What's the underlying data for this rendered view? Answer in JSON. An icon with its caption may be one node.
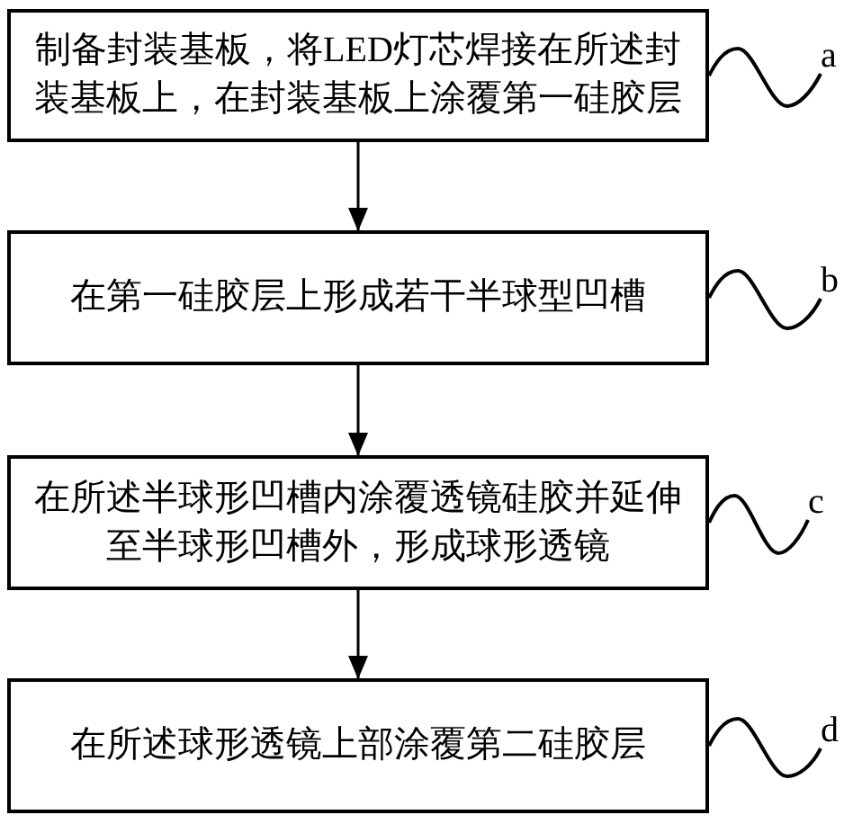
{
  "diagram": {
    "nodes": [
      {
        "text": [
          "制备封装基板，将LED灯芯焊接在所述封装基板上，在封装基板上涂覆第一硅胶层"
        ]
      },
      {
        "text": [
          "a"
        ]
      },
      {
        "text": [
          "在第一硅胶层上形成若干半球型凹槽"
        ]
      },
      {
        "text": [
          "b"
        ]
      },
      {
        "text": [
          "在所述半球形凹槽内涂覆透镜硅胶并延伸至半球形凹槽外，形成球形透镜"
        ]
      },
      {
        "text": [
          "c"
        ]
      },
      {
        "text": [
          "在所述球形透镜上部涂覆第二硅胶层"
        ]
      },
      {
        "text": [
          "d"
        ]
      }
    ],
    "edges": [
      {
        "from": 0,
        "to": 2,
        "arrow": "to"
      },
      {
        "from": 2,
        "to": 4,
        "arrow": "to"
      },
      {
        "from": 4,
        "to": 6,
        "arrow": "to"
      },
      {
        "from": 1,
        "to": 0,
        "arrow": "none"
      },
      {
        "from": 3,
        "to": 2,
        "arrow": "none"
      },
      {
        "from": 5,
        "to": 4,
        "arrow": "none"
      },
      {
        "from": 7,
        "to": 6,
        "arrow": "none"
      }
    ]
  }
}
